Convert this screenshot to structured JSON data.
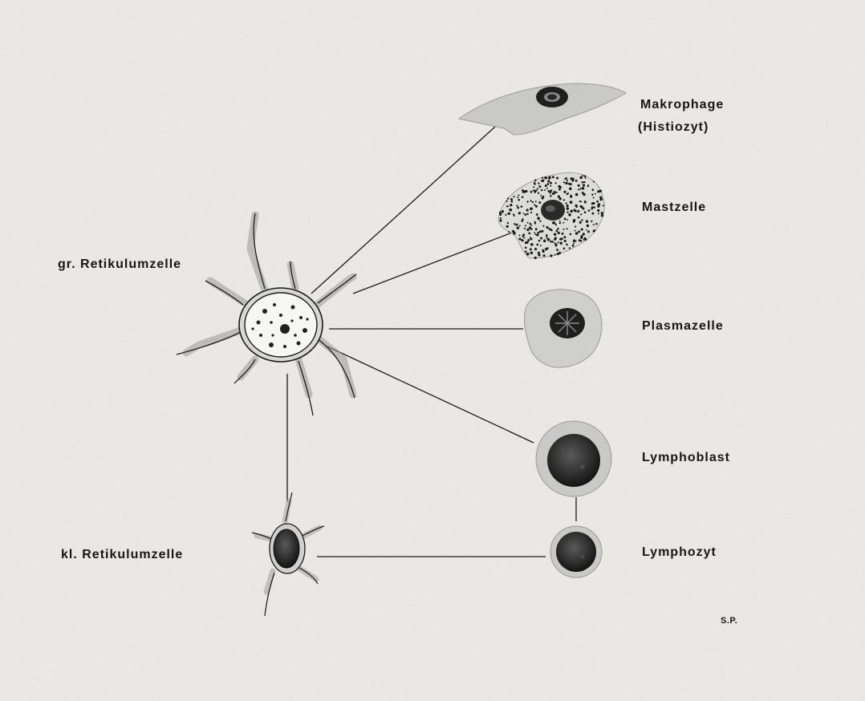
{
  "labels": {
    "large_reticulum_cell": "gr. Retikulumzelle",
    "small_reticulum_cell": "kl. Retikulumzelle",
    "macrophage": "Makrophage",
    "histiocyte": "(Histiozyt)",
    "mast_cell": "Mastzelle",
    "plasma_cell": "Plasmazelle",
    "lymphoblast": "Lymphoblast",
    "lymphocyte": "Lymphozyt",
    "signature": "S.P."
  },
  "colors": {
    "paper": "#f1f0ec",
    "ink": "#161616",
    "cytoplasm": "#cfcfcf",
    "nucleus": "#1e1e1e"
  }
}
